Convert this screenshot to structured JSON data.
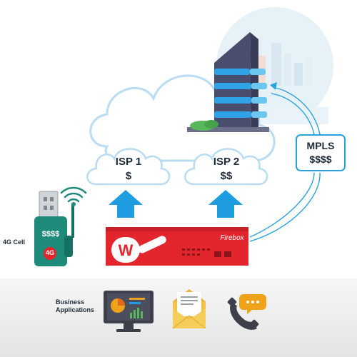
{
  "isp1": {
    "name": "ISP 1",
    "cost": "$"
  },
  "isp2": {
    "name": "ISP 2",
    "cost": "$$"
  },
  "mpls": {
    "name": "MPLS",
    "cost": "$$$$"
  },
  "cellular": {
    "label": "4G Cell",
    "cost": "$$$$",
    "badge": "4G"
  },
  "firewall": {
    "brand_logo": "Firebox",
    "logo_mark": "W"
  },
  "business": {
    "line1": "Business",
    "line2": "Applications"
  },
  "icons": [
    "dashboard-monitor-icon",
    "email-envelope-icon",
    "phone-chat-icon",
    "office-building-icon",
    "cloud-icon",
    "usb-modem-icon",
    "signal-icon",
    "firewall-appliance-icon"
  ],
  "colors": {
    "accent_blue": "#29a3dd",
    "arrow_blue": "#1e9ee0",
    "firebox_red": "#e3262d",
    "cloud_fill": "#ffffff",
    "cloud_stroke": "#b9dcf2",
    "building_dark": "#4a4e6e",
    "modem_green": "#1e8a7a",
    "text_dark": "#1f2b3a"
  }
}
